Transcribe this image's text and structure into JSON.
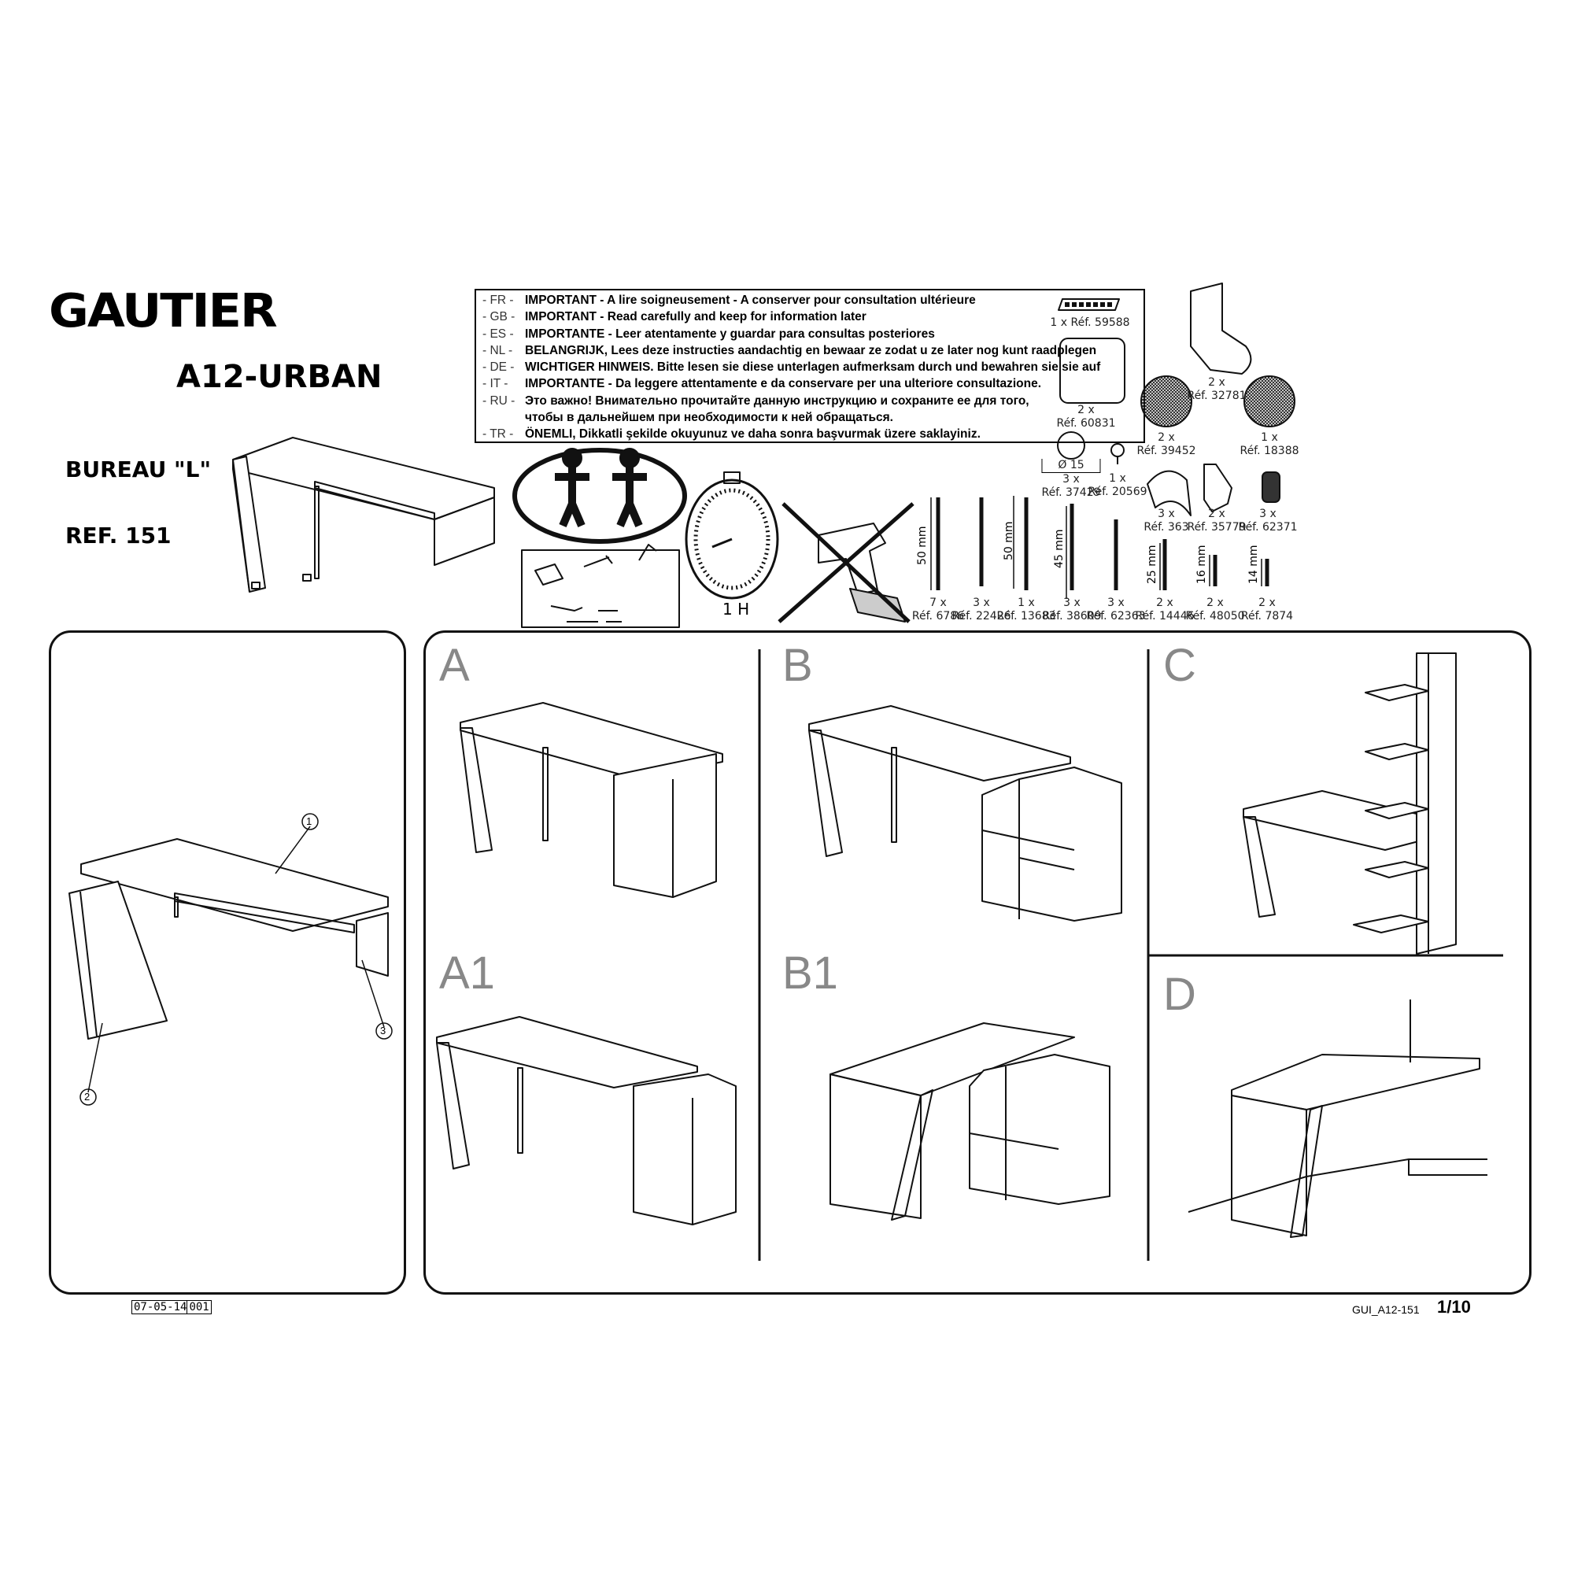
{
  "header": {
    "brand": "GAUTIER",
    "model": "A12-URBAN",
    "product": "BUREAU \"L\"",
    "reference": "REF. 151"
  },
  "notice": [
    {
      "code": "- FR -",
      "text": "IMPORTANT - A lire soigneusement - A conserver pour consultation ultérieure"
    },
    {
      "code": "- GB -",
      "text": "IMPORTANT - Read carefully and keep for information later"
    },
    {
      "code": "- ES -",
      "text": "IMPORTANTE - Leer atentamente y guardar para consultas posteriores"
    },
    {
      "code": "- NL -",
      "text": "BELANGRIJK, Lees deze instructies aandachtig en bewaar ze zodat u ze later nog kunt raadplegen"
    },
    {
      "code": "- DE -",
      "text": "WICHTIGER HINWEIS. Bitte lesen sie diese unterlagen aufmerksam durch und bewahren sie sie auf"
    },
    {
      "code": "-  IT -",
      "text": "IMPORTANTE - Da leggere attentamente e da conservare per una ulteriore consultazione."
    },
    {
      "code": "- RU -",
      "text": "Это важно! Внимательно прочитайте данную инструкцию и сохраните ее для того,"
    },
    {
      "code": "",
      "text": "чтобы в дальнейшем при необходимости к ней обращаться."
    },
    {
      "code": "- TR -",
      "text": "ÖNEMLI, Dikkatli şekilde okuyunuz ve daha sonra başvurmak üzere saklayiniz."
    }
  ],
  "assembly_time": "1 H",
  "parts": [
    {
      "qty": "1 x",
      "ref": "Réf. 59588"
    },
    {
      "qty": "2 x",
      "ref": "Réf. 60831"
    },
    {
      "qty": "2 x",
      "ref": "Réf. 32781"
    },
    {
      "qty": "2 x",
      "ref": "Réf. 39452"
    },
    {
      "qty": "1 x",
      "ref": "Réf. 18388"
    },
    {
      "qty": "3 x",
      "ref": "Réf. 37429",
      "note": "Ø 15"
    },
    {
      "qty": "1 x",
      "ref": "Réf. 20569"
    },
    {
      "qty": "3 x",
      "ref": "Réf. 363"
    },
    {
      "qty": "2 x",
      "ref": "Réf. 35779"
    },
    {
      "qty": "3 x",
      "ref": "Réf. 62371"
    },
    {
      "qty": "7 x",
      "ref": "Réf. 6786",
      "length": "50 mm"
    },
    {
      "qty": "3 x",
      "ref": "Réf. 22426"
    },
    {
      "qty": "1 x",
      "ref": "Réf. 13683",
      "length": "50 mm"
    },
    {
      "qty": "3 x",
      "ref": "Réf. 38609",
      "length": "45 mm"
    },
    {
      "qty": "3 x",
      "ref": "Réf. 62363"
    },
    {
      "qty": "2 x",
      "ref": "Réf. 14446",
      "length": "25 mm"
    },
    {
      "qty": "2 x",
      "ref": "Réf. 48050",
      "length": "16 mm"
    },
    {
      "qty": "2 x",
      "ref": "Réf. 7874",
      "length": "14 mm"
    }
  ],
  "exploded_callouts": [
    "1",
    "2",
    "3"
  ],
  "configurations": [
    "A",
    "A1",
    "B",
    "B1",
    "C",
    "D"
  ],
  "footer": {
    "date": "07-05-14",
    "revision": "001",
    "doc_code": "GUI_A12-151",
    "page": "1/10"
  }
}
